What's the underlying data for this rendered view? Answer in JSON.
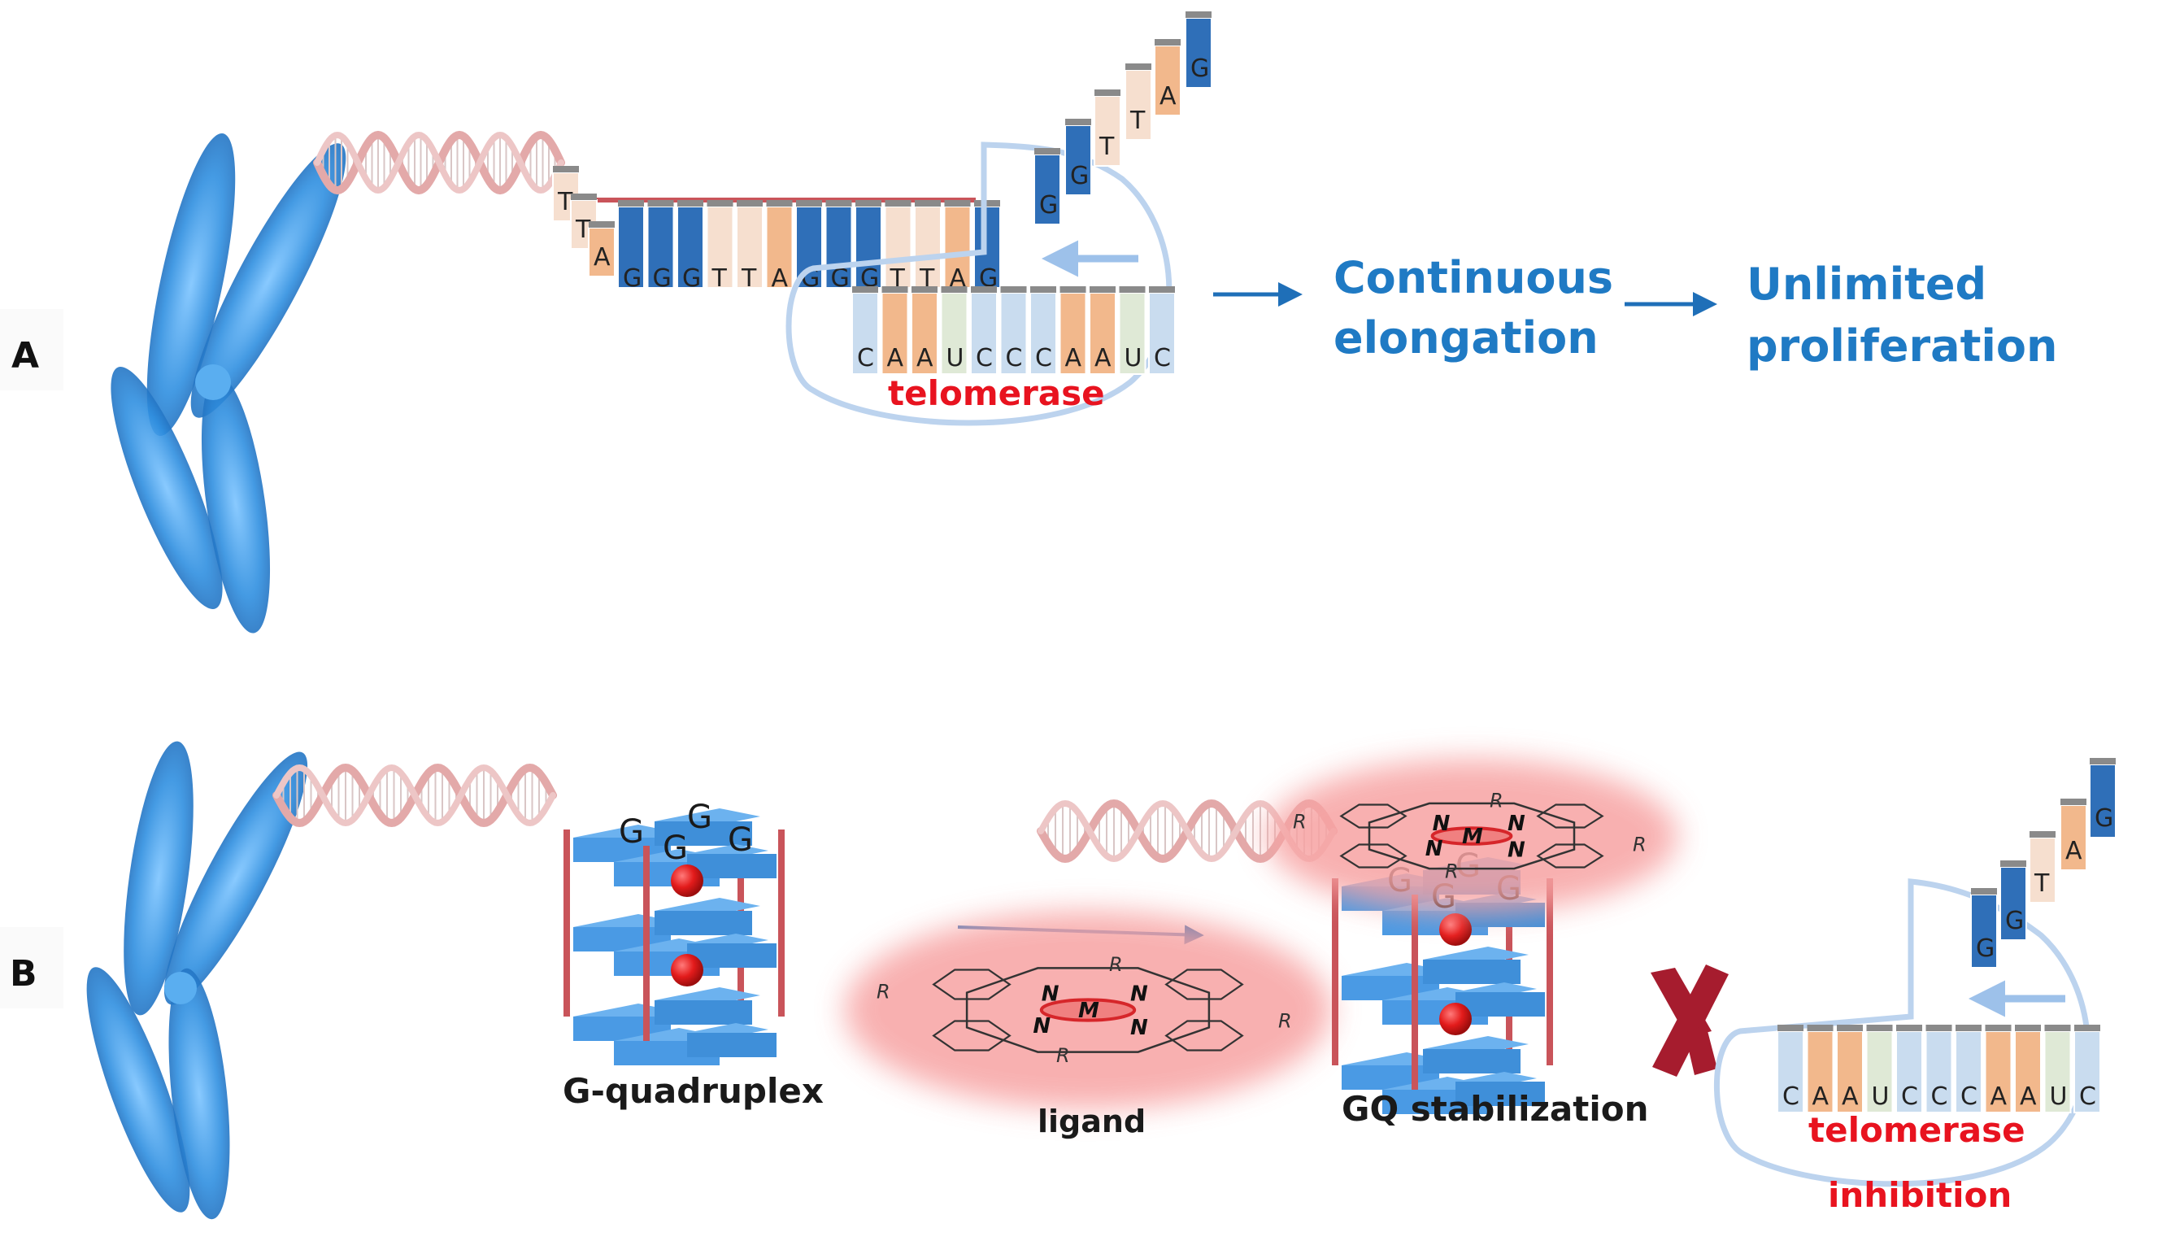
{
  "panels": {
    "a": {
      "label": "A"
    },
    "b": {
      "label": "B"
    }
  },
  "panel_a": {
    "overhang": [
      "T",
      "T",
      "A",
      "G",
      "G",
      "G",
      "T",
      "T",
      "A",
      "G",
      "G",
      "G",
      "T",
      "T",
      "A",
      "G"
    ],
    "template": [
      "C",
      "A",
      "A",
      "U",
      "C",
      "C",
      "C",
      "A",
      "A",
      "U",
      "C"
    ],
    "new_strand": [
      "G",
      "G",
      "T",
      "T",
      "A",
      "G"
    ],
    "telomerase_label": "telomerase",
    "step1": [
      "Continuous",
      "elongation"
    ],
    "step2": [
      "Unlimited",
      "proliferation"
    ]
  },
  "panel_b": {
    "gq_letters": [
      "G",
      "G",
      "G",
      "G"
    ],
    "gq_label": "G-quadruplex",
    "ligand_label": "ligand",
    "ligand_atoms": {
      "r": "R",
      "n": "N",
      "m": "M"
    },
    "gqs_label": "GQ stabilization",
    "gqs_letters": [
      "G",
      "G",
      "G",
      "G"
    ],
    "template": [
      "C",
      "A",
      "A",
      "U",
      "C",
      "C",
      "C",
      "A",
      "A",
      "U",
      "C"
    ],
    "new_strand": [
      "G",
      "G",
      "T",
      "A",
      "G"
    ],
    "telomerase_label": "telomerase",
    "inhibition_label": "inhibition"
  },
  "colors": {
    "chromosome": "#2f8fe0",
    "dna_helix": "#e3a9a9",
    "g_block": "#2f6fb8",
    "a_block": "#f2b88c",
    "t_block": "#f6dfcf",
    "c_block": "#c9dcef",
    "u_block": "#dfe9d6",
    "gq_plate": "#4a9ae4",
    "gq_pillar": "#c9545a",
    "cation": "#e31b1b",
    "ligand_glow": "#f7a3a3",
    "label_blue": "#1f7ac4",
    "label_red": "#e8131f",
    "cross": "#a61c2e"
  }
}
